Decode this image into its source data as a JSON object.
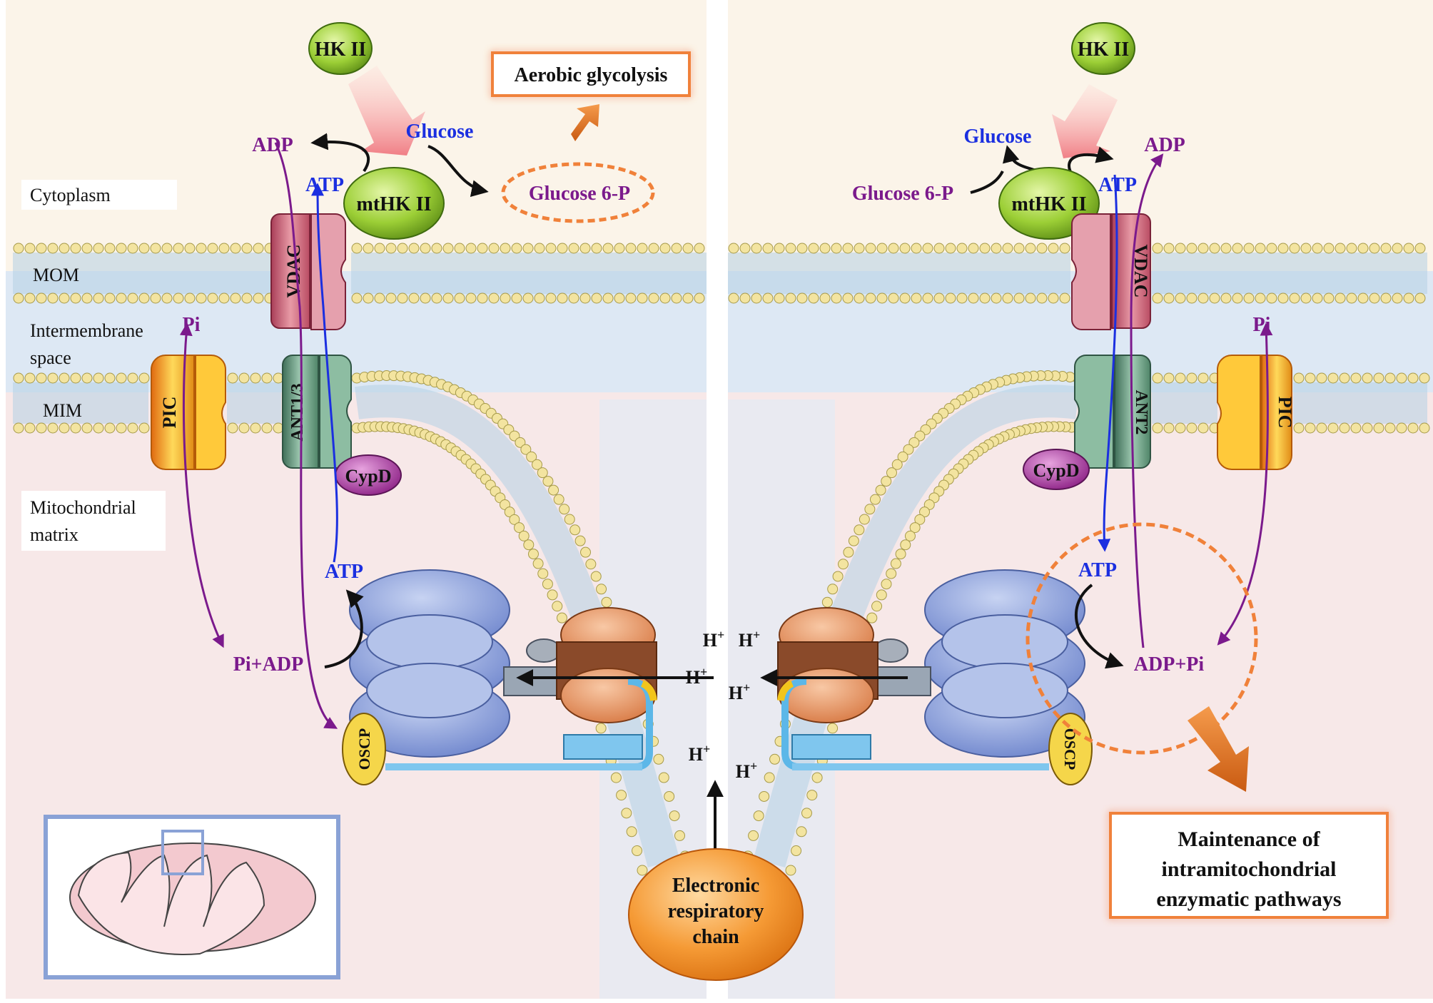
{
  "colors": {
    "cytoplasm": "#fbf4e9",
    "intermembrane": "#dde8f4",
    "matrix": "#f7e8e8",
    "membrane_head": "#f3e4a0",
    "membrane_tail": "#b5cfe4",
    "purple": "#7b1a8c",
    "blue": "#1b2fe0",
    "orange": "#f0813a",
    "green_protein": "#9ccf36",
    "vdac": "#d9788a",
    "ant": "#6fa98c",
    "pic": "#f2b32b",
    "cypd": "#a0349a",
    "atp_synthase": "#8fa3d8",
    "stator": "#e8946a"
  },
  "regions": {
    "cytoplasm": "Cytoplasm",
    "mom": "MOM",
    "intermembrane": "Intermembrane space",
    "mim": "MIM",
    "matrix": "Mitochondrial matrix"
  },
  "left": {
    "hk": "HK II",
    "mthk": "mtHK II",
    "vdac": "VDAC",
    "ant": "ANT1/3",
    "pic": "PIC",
    "cypd": "CypD",
    "oscp": "OSCP",
    "adp": "ADP",
    "atp_top": "ATP",
    "glucose": "Glucose",
    "g6p": "Glucose 6-P",
    "pi": "Pi",
    "atp_matrix": "ATP",
    "pi_adp": "Pi+ADP",
    "outcome": "Aerobic glycolysis"
  },
  "right": {
    "hk": "HK II",
    "mthk": "mtHK II",
    "vdac": "VDAC",
    "ant": "ANT2",
    "pic": "PIC",
    "cypd": "CypD",
    "oscp": "OSCP",
    "adp": "ADP",
    "atp_top": "ATP",
    "glucose": "Glucose",
    "g6p": "Glucose 6-P",
    "pi": "Pi",
    "atp_matrix": "ATP",
    "adp_pi": "ADP+Pi",
    "outcome_line1": "Maintenance of",
    "outcome_line2": "intramitochondrial",
    "outcome_line3": "enzymatic pathways"
  },
  "center": {
    "proton": "H",
    "proton_sup": "+",
    "etc_line1": "Electronic",
    "etc_line2": "respiratory",
    "etc_line3": "chain"
  }
}
